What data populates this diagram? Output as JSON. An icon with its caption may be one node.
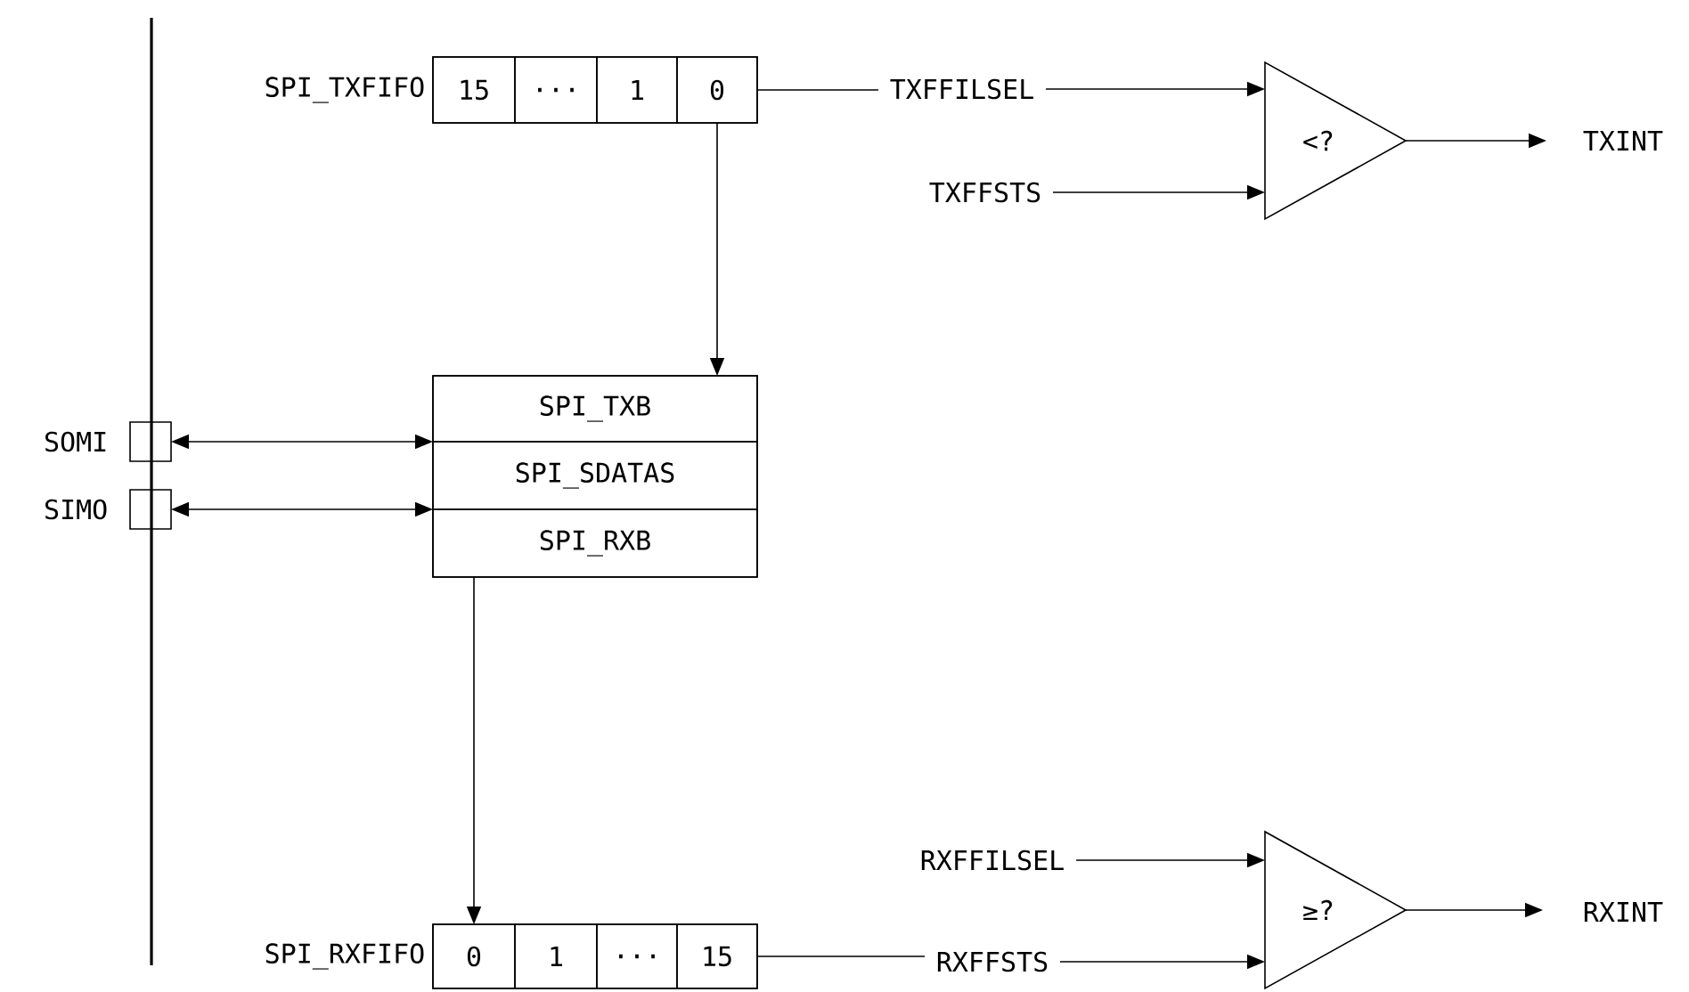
{
  "diagram": {
    "nodes": [
      {
        "text": [
          "SPI_TXFIFO"
        ]
      },
      {
        "text": [
          "15"
        ],
        "in": 0
      },
      {
        "text": [
          "..."
        ],
        "in": 0
      },
      {
        "text": [
          "1"
        ],
        "in": 0
      },
      {
        "text": [
          "0"
        ],
        "in": 0
      },
      {
        "text": [
          "<?"
        ]
      },
      {
        "text": [
          "TXFFILSEL"
        ]
      },
      {
        "text": [
          "TXFFSTS"
        ]
      },
      {
        "text": [
          "TXINT"
        ]
      },
      {
        "text": [],
        "shape": "box"
      },
      {
        "text": [
          "SPI_TXB"
        ],
        "in": 9
      },
      {
        "text": [
          "SPI_SDATAS"
        ],
        "in": 9
      },
      {
        "text": [
          "SPI_RXB"
        ],
        "in": 9
      },
      {
        "text": [],
        "shape": "box",
        "beside": [
          "SOMI"
        ]
      },
      {
        "text": [],
        "shape": "box",
        "beside": [
          "SIMO"
        ]
      },
      {
        "text": [
          "SPI_RXFIFO"
        ]
      },
      {
        "text": [
          "0"
        ],
        "in": 15
      },
      {
        "text": [
          "1"
        ],
        "in": 15
      },
      {
        "text": [
          "..."
        ],
        "in": 15
      },
      {
        "text": [
          "15"
        ],
        "in": 15
      },
      {
        "text": [
          "≥?"
        ]
      },
      {
        "text": [
          "RXFFILSEL"
        ]
      },
      {
        "text": [
          "RXFFSTS"
        ]
      },
      {
        "text": [
          "RXINT"
        ]
      }
    ],
    "edges": [
      {
        "from": 4,
        "to": 6,
        "arrow": "none"
      },
      {
        "from": 6,
        "to": 5,
        "arrow": "to"
      },
      {
        "from": 7,
        "to": 5,
        "arrow": "to"
      },
      {
        "from": 5,
        "to": 8,
        "arrow": "to"
      },
      {
        "from": 4,
        "to": 10,
        "arrow": "to"
      },
      {
        "from": 13,
        "to": 9,
        "arrow": "both"
      },
      {
        "from": 14,
        "to": 9,
        "arrow": "both"
      },
      {
        "from": 12,
        "to": 16,
        "arrow": "to"
      },
      {
        "from": 19,
        "to": 22,
        "arrow": "none"
      },
      {
        "from": 22,
        "to": 20,
        "arrow": "to"
      },
      {
        "from": 21,
        "to": 20,
        "arrow": "to"
      },
      {
        "from": 20,
        "to": 23,
        "arrow": "to"
      }
    ]
  }
}
